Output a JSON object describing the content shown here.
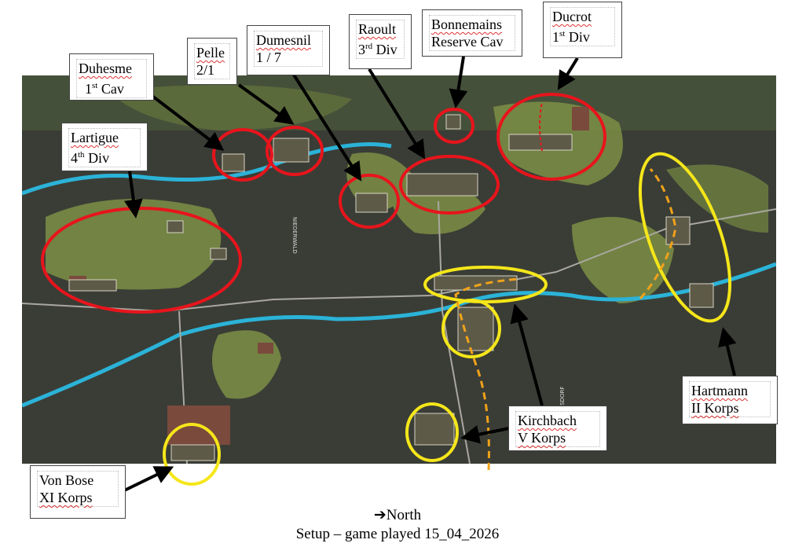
{
  "labels": {
    "duhesme": {
      "name": "Duhesme",
      "unit_num": "1",
      "unit_sup": "st",
      "unit": "Cav"
    },
    "pelle": {
      "name": "Pelle",
      "unit": "2/1"
    },
    "dumesnil": {
      "name": "Dumesnil",
      "unit": "1 / 7"
    },
    "raoult": {
      "name": "Raoult",
      "unit_num": "3",
      "unit_sup": "rd",
      "unit": "Div"
    },
    "bonnemains": {
      "name": "Bonnemains",
      "unit": "Reserve Cav"
    },
    "ducrot": {
      "name": "Ducrot",
      "unit_num": "1",
      "unit_sup": "st",
      "unit": "Div"
    },
    "lartigue": {
      "name": "Lartigue",
      "unit_num": "4",
      "unit_sup": "th",
      "unit": "Div"
    },
    "hartmann": {
      "name": "Hartmann",
      "unit": "II Korps"
    },
    "kirchbach": {
      "name": "Kirchbach",
      "unit": "V Korps"
    },
    "vonbose": {
      "name": "Von Bose",
      "unit": "XI Korps"
    }
  },
  "map_labels": {
    "niederwald": "NIEDERWALD",
    "goersdorf": "GOERSDORF"
  },
  "caption": {
    "north": "North",
    "setup": "Setup – game played 15_04_2026"
  },
  "colors": {
    "french": "#e8141c",
    "prussian": "#f5e61a",
    "river": "#2bb3d8",
    "move": "#f0a21a"
  }
}
